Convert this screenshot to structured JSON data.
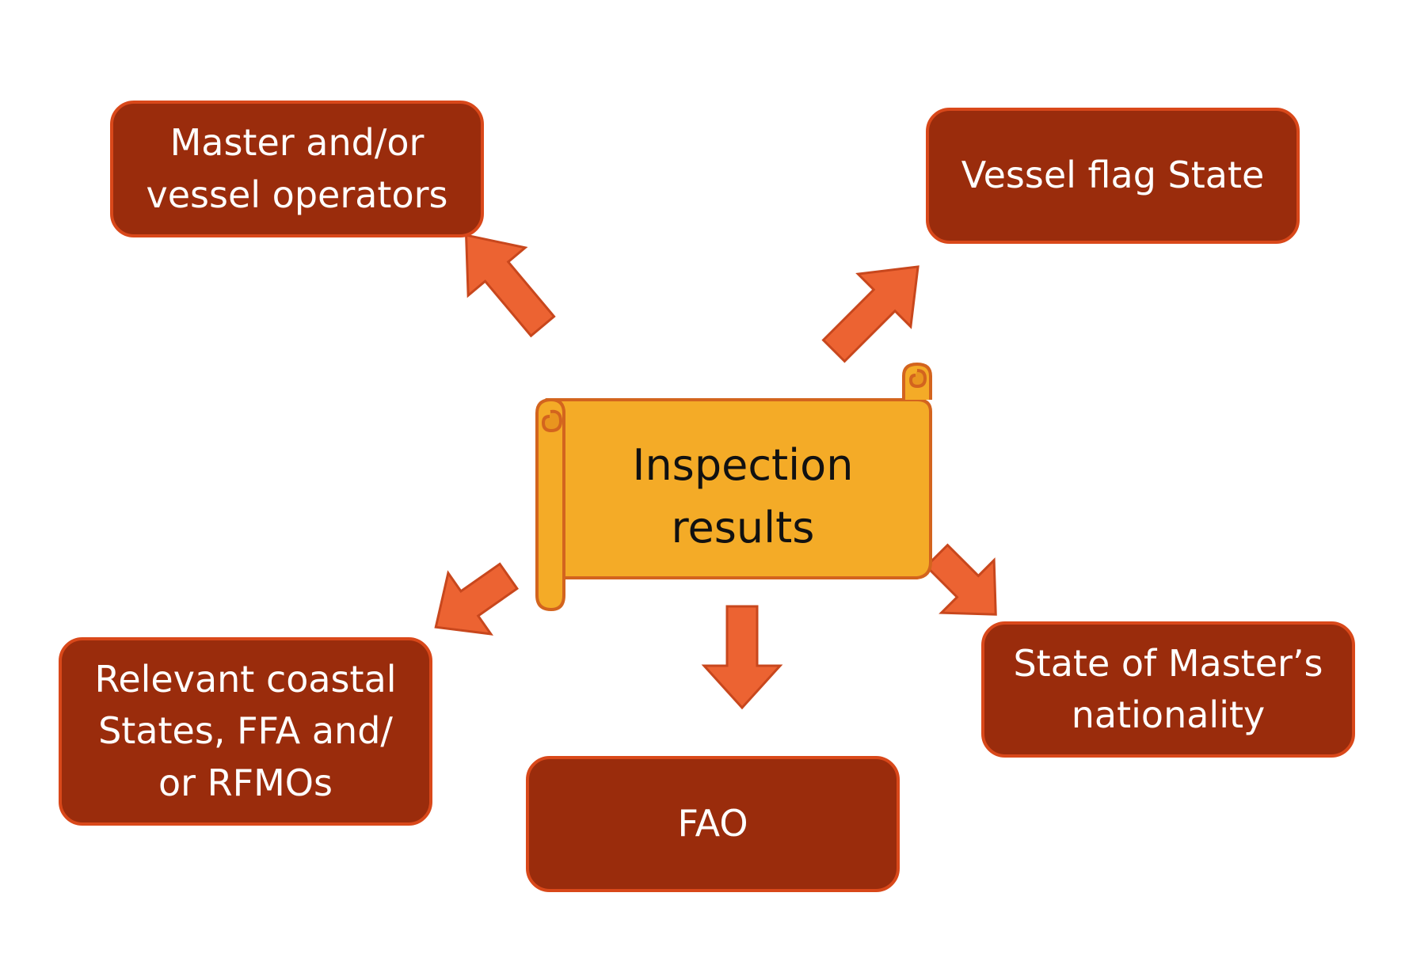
{
  "center": {
    "label": "Inspection\nresults"
  },
  "recipients": {
    "master": "Master and/or\nvessel operators",
    "flag_state": "Vessel flag State",
    "coastal": "Relevant coastal\nStates, FFA and/\nor RFMOs",
    "fao": "FAO",
    "nationality": "State of Master’s\nnationality"
  },
  "colors": {
    "box_fill": "#9a2c0c",
    "box_border": "#d9481a",
    "arrow_fill": "#ec6332",
    "arrow_stroke": "#c8471d",
    "scroll_fill": "#f4ab27",
    "scroll_stroke": "#d3641e"
  }
}
